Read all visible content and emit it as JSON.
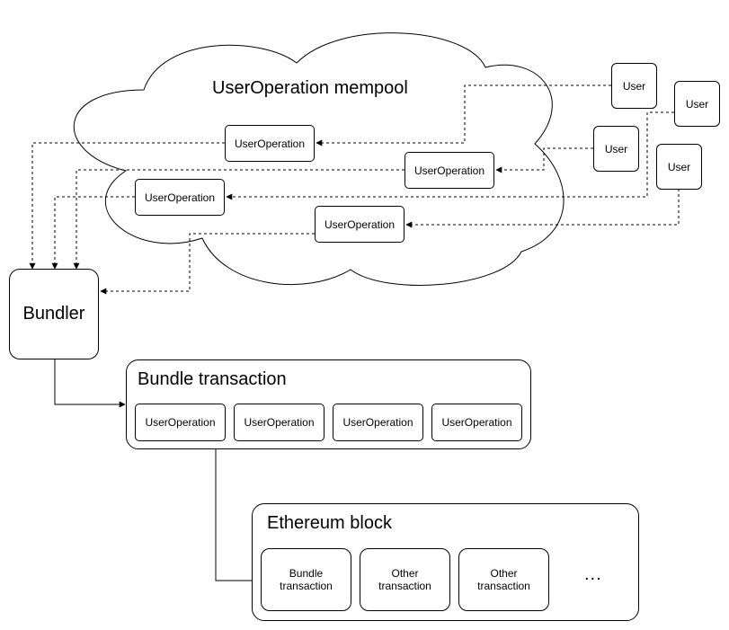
{
  "mempool": {
    "title": "UserOperation mempool",
    "operations": [
      "UserOperation",
      "UserOperation",
      "UserOperation",
      "UserOperation"
    ]
  },
  "users": [
    "User",
    "User",
    "User",
    "User"
  ],
  "bundler": {
    "label": "Bundler"
  },
  "bundle_transaction": {
    "title": "Bundle transaction",
    "operations": [
      "UserOperation",
      "UserOperation",
      "UserOperation",
      "UserOperation"
    ]
  },
  "ethereum_block": {
    "title": "Ethereum block",
    "transactions": [
      "Bundle\ntransaction",
      "Other\ntransaction",
      "Other\ntransaction"
    ],
    "more": "..."
  }
}
